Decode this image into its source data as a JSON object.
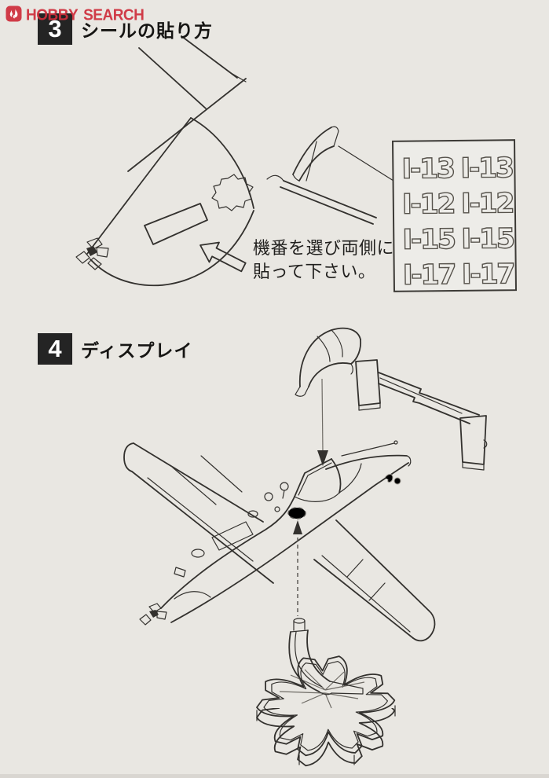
{
  "watermark": {
    "brand_first": "HOBBY",
    "brand_second": "SEARCH",
    "color": "#cf2f3c"
  },
  "steps": {
    "step3": {
      "number": "3",
      "title": "シールの貼り方",
      "note": {
        "line1": "機番を選び両側に",
        "line2": "貼って下さい。"
      },
      "decal_sheet": {
        "rows": [
          {
            "left": "I-13",
            "right": "I-13"
          },
          {
            "left": "I-12",
            "right": "I-12"
          },
          {
            "left": "I-15",
            "right": "I-15"
          },
          {
            "left": "I-17",
            "right": "I-17"
          }
        ]
      }
    },
    "step4": {
      "number": "4",
      "title": "ディスプレイ"
    }
  },
  "colors": {
    "paper": "#e9e7e2",
    "ink": "#33312e",
    "step_box": "#242424",
    "step_number": "#ffffff",
    "watermark_red": "#cf2f3c",
    "decal_ink": "#56524b"
  }
}
